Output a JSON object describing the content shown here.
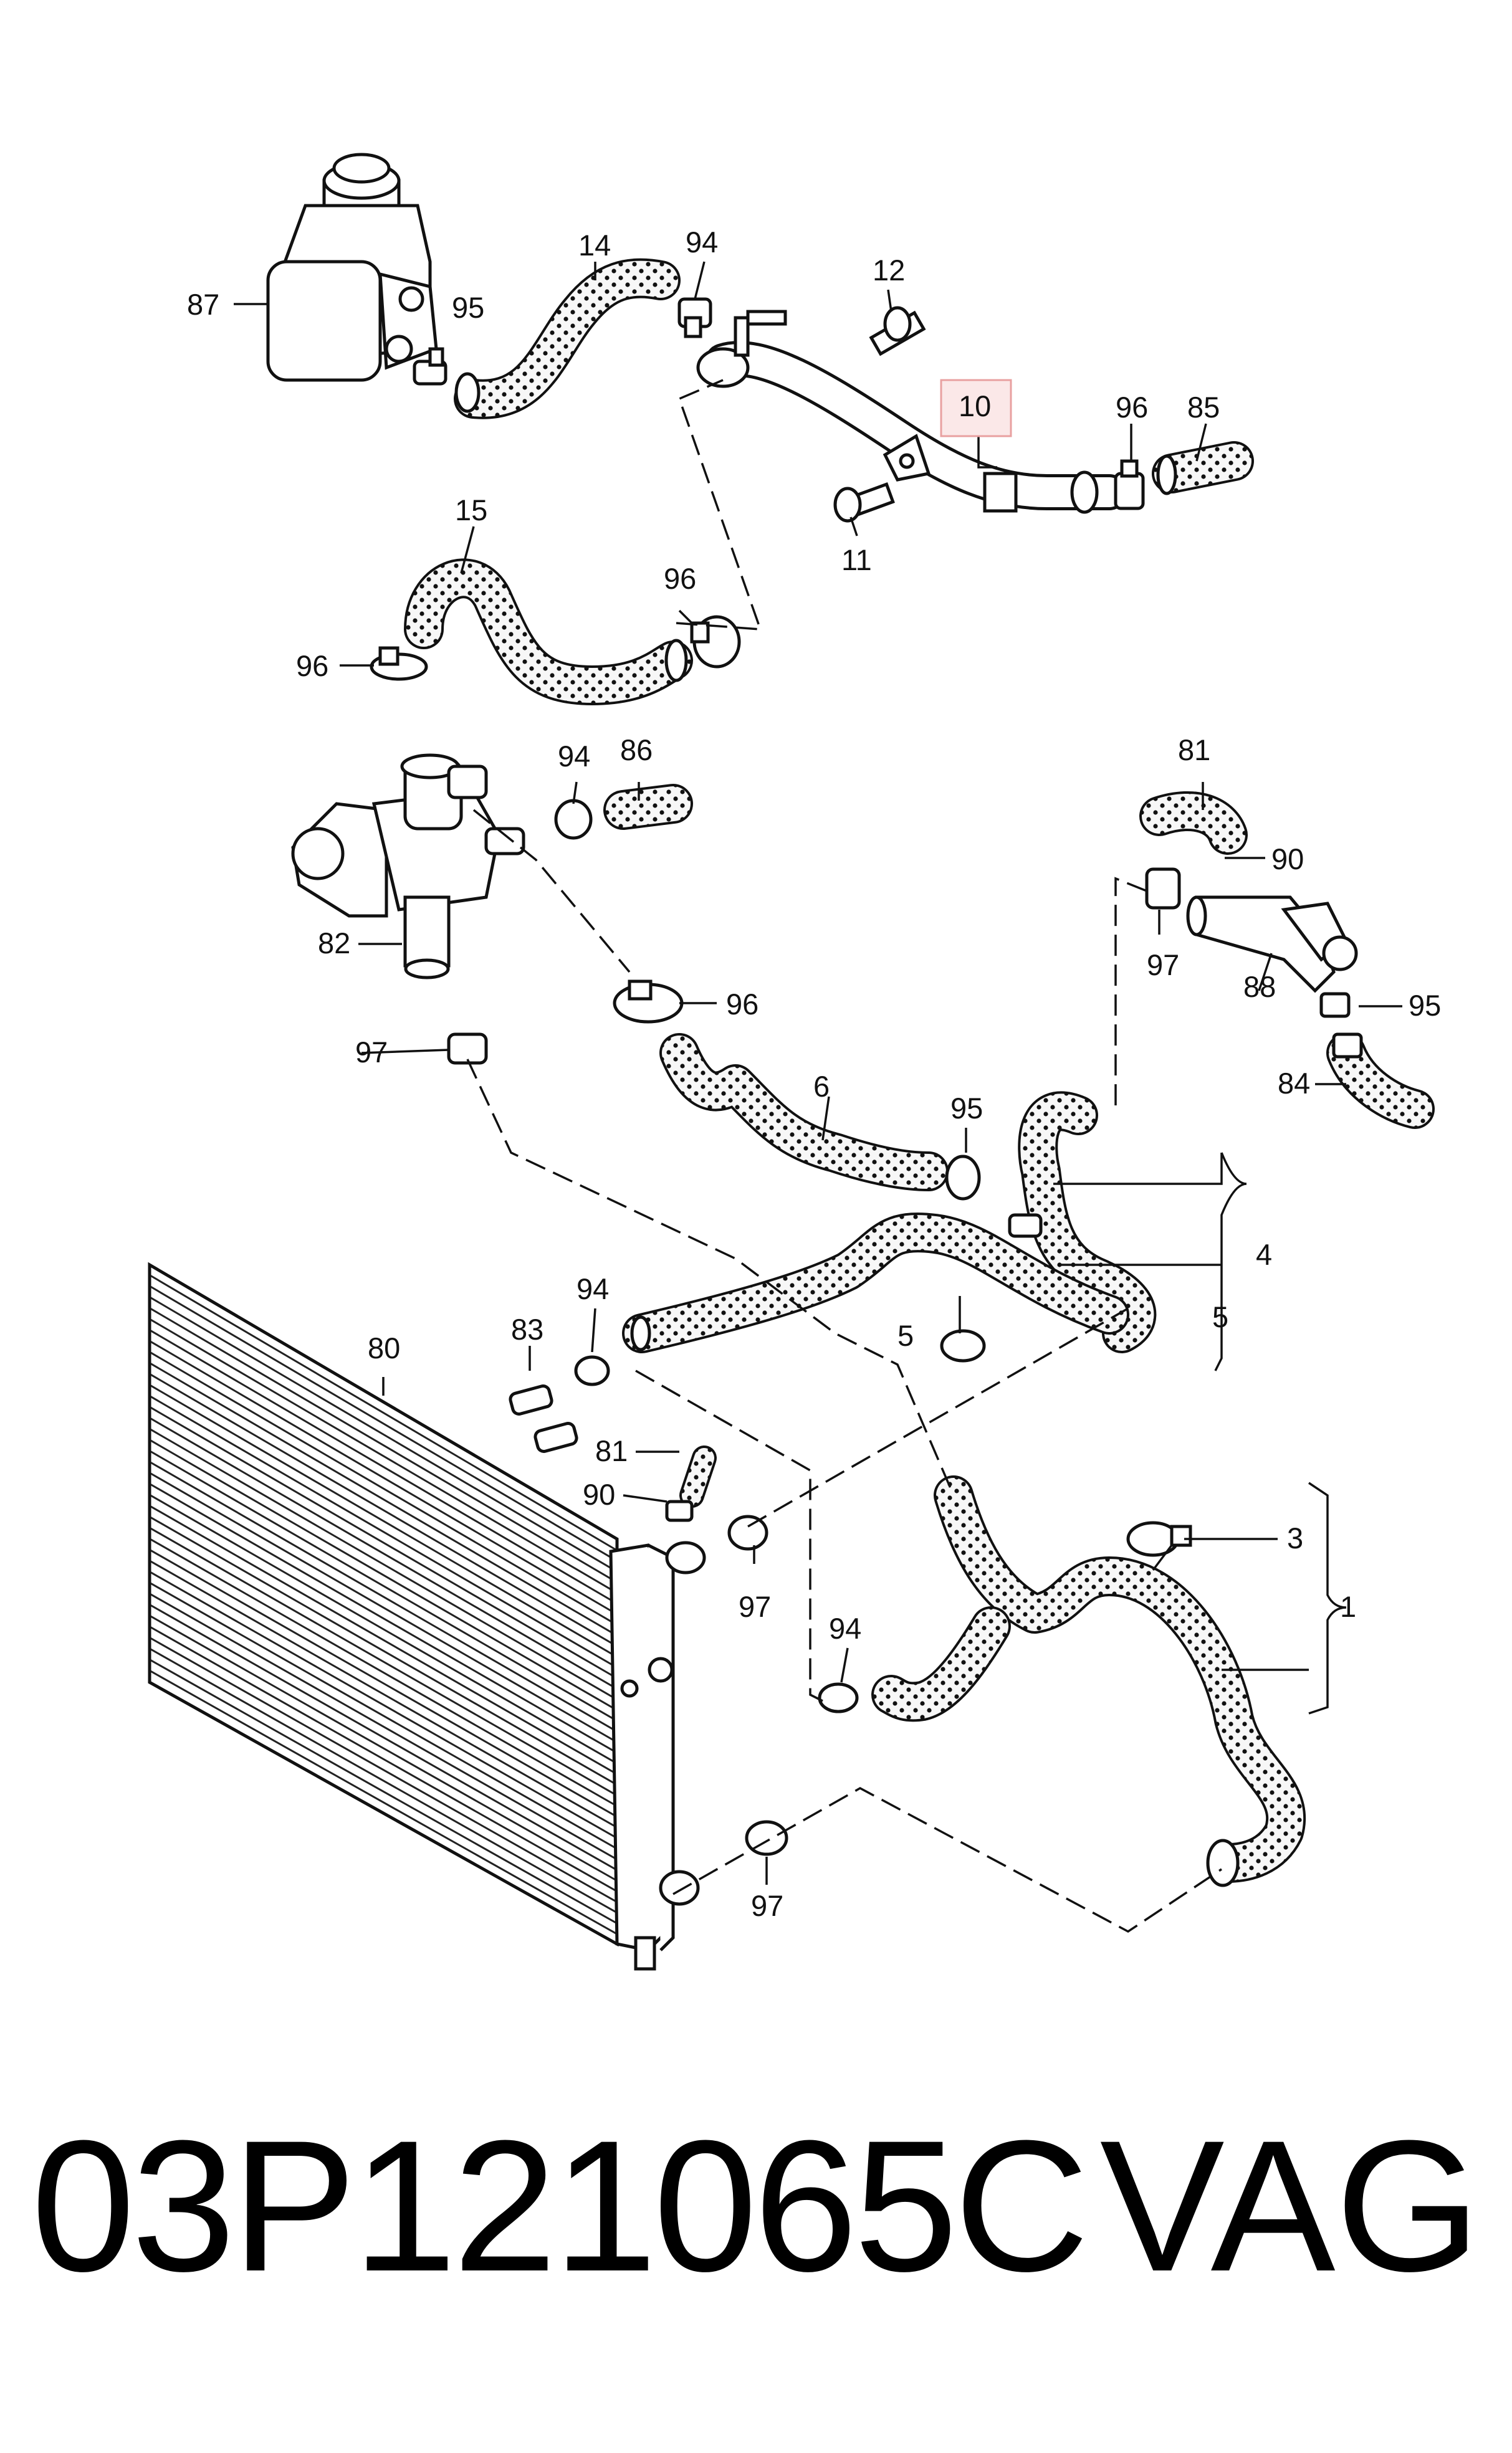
{
  "highlight_color": "#e8a0a0",
  "callouts": [
    {
      "id": "c1",
      "text": "1"
    },
    {
      "id": "c3",
      "text": "3"
    },
    {
      "id": "c4",
      "text": "4"
    },
    {
      "id": "c5a",
      "text": "5"
    },
    {
      "id": "c5b",
      "text": "5"
    },
    {
      "id": "c6",
      "text": "6"
    },
    {
      "id": "c10",
      "text": "10"
    },
    {
      "id": "c11",
      "text": "11"
    },
    {
      "id": "c12",
      "text": "12"
    },
    {
      "id": "c14",
      "text": "14"
    },
    {
      "id": "c15",
      "text": "15"
    },
    {
      "id": "c80",
      "text": "80"
    },
    {
      "id": "c81a",
      "text": "81"
    },
    {
      "id": "c81b",
      "text": "81"
    },
    {
      "id": "c82",
      "text": "82"
    },
    {
      "id": "c83",
      "text": "83"
    },
    {
      "id": "c84",
      "text": "84"
    },
    {
      "id": "c85",
      "text": "85"
    },
    {
      "id": "c86",
      "text": "86"
    },
    {
      "id": "c87",
      "text": "87"
    },
    {
      "id": "c88",
      "text": "88"
    },
    {
      "id": "c90a",
      "text": "90"
    },
    {
      "id": "c90b",
      "text": "90"
    },
    {
      "id": "c94a",
      "text": "94"
    },
    {
      "id": "c94b",
      "text": "94"
    },
    {
      "id": "c94c",
      "text": "94"
    },
    {
      "id": "c94d",
      "text": "94"
    },
    {
      "id": "c95a",
      "text": "95"
    },
    {
      "id": "c95b",
      "text": "95"
    },
    {
      "id": "c95c",
      "text": "95"
    },
    {
      "id": "c96a",
      "text": "96"
    },
    {
      "id": "c96b",
      "text": "96"
    },
    {
      "id": "c96c",
      "text": "96"
    },
    {
      "id": "c96d",
      "text": "96"
    },
    {
      "id": "c97a",
      "text": "97"
    },
    {
      "id": "c97b",
      "text": "97"
    },
    {
      "id": "c97c",
      "text": "97"
    },
    {
      "id": "c97d",
      "text": "97"
    }
  ],
  "footer": {
    "part_number": "03P121065C",
    "brand": "VAG"
  }
}
